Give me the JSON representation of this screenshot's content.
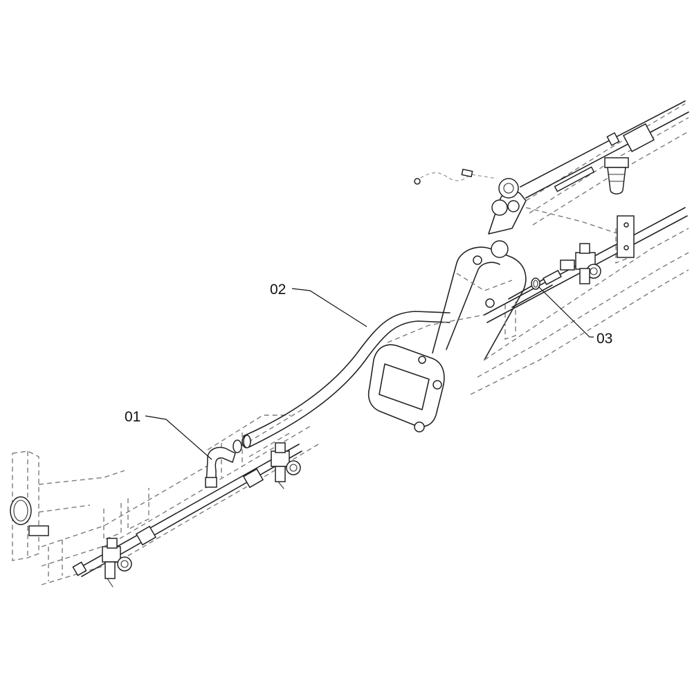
{
  "diagram": {
    "callouts": [
      {
        "id": "01",
        "label": "01"
      },
      {
        "id": "02",
        "label": "02"
      },
      {
        "id": "03",
        "label": "03"
      }
    ]
  }
}
